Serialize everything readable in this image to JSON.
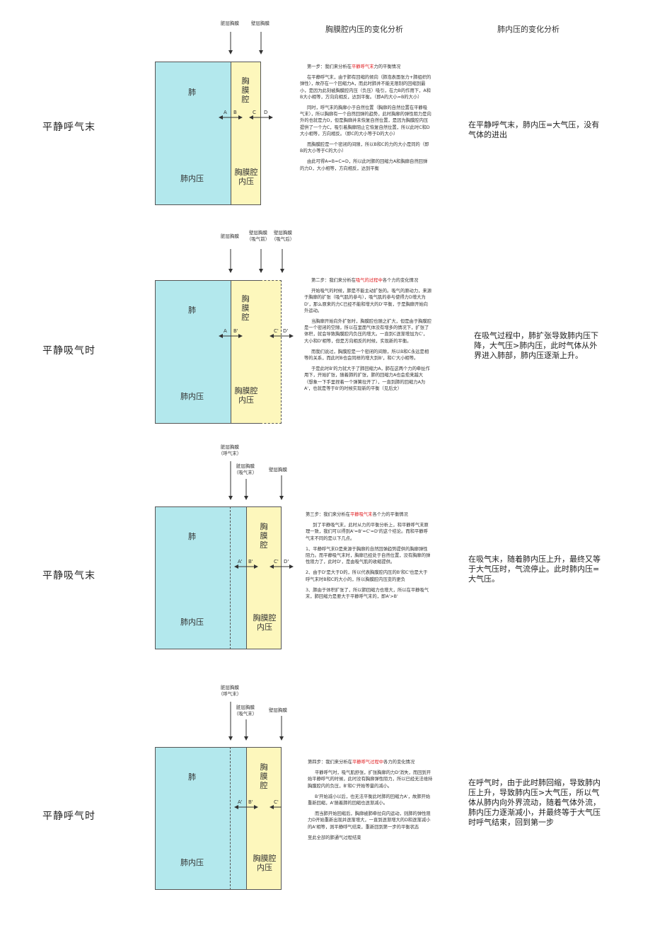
{
  "headers": {
    "pleural": "胸膜腔内压的变化分析",
    "lung": "肺内压的变化分析"
  },
  "common": {
    "lung": "肺",
    "lung_pressure": "肺内压",
    "pleural_cavity": "胸膜腔",
    "pleural_pressure": "胸膜腔内压",
    "visceral_pleura": "脏层胸膜",
    "parietal_pleura": "壁层胸膜"
  },
  "s1": {
    "label": "平静呼气末",
    "letters": [
      "A",
      "B",
      "C",
      "D"
    ],
    "desc_title_pre": "第一步：我们来分析在",
    "desc_title_hl": "平静呼气末",
    "desc_title_post": "力的平衡情况",
    "paras": [
      "在平静呼气末，由于肺有回缩的倾向（肺泡表面张力+肺组织的弹性），故存在一个回缩力A，而此时肺并不能无限制的回缩到最小，是因为此刻被胸膜腔内压（负压）吸引，在力B的作用下，A和B大小相等，方向向相反，达到平衡。（即A的大小=B的大小）",
      "同时，呼气末的胸廓小于自然位置（胸廓的自然位置在平静吸气末），所以胸廓有一个自然回弹的趋势，此时胸廓的弹性阻力是向外的也就是力D，但是胸廓并未恢复自然位置，是因为胸膜腔内压提供了一个力C，吸引着胸廓阻止它恢复自然位置，所以此时C和D大小相等，方向相反。（即C的大小等于D的大小）",
      "而胸膜腔是一个密闭的间隙，所以B和C的力的大小是同的（即B的大小等于C的大小）",
      "由此可得A=B=C=D，所以此时肺的回缩力A和胸廓自然回弹的力D，大小相等，方向相反，达到平衡"
    ],
    "analysis": "在平静呼气末，肺内压=大气压，没有气体的进出"
  },
  "s2": {
    "label": "平静吸气时",
    "top_labels": [
      "脏层胸膜",
      "壁层胸膜\n（吸气前）",
      "壁层胸膜\n（吸气后）"
    ],
    "letters": [
      "A",
      "B'",
      "C'",
      "D'"
    ],
    "desc_title_pre": "第二步：我们来分析在",
    "desc_title_hl": "吸气的过程中",
    "desc_title_post": "各个力的变化情况",
    "paras": [
      "开始吸气的时候，肺是不能主动扩张的。吸气的原动力，来源于胸廓的扩张（吸气肌的参与），吸气肌的参与使得力D增大为D'，那么原来的力C已经不能和增大的D'平衡，于是胸廓开始向外运动。",
      "当胸廓开始向外扩张时，胸膜腔也随之扩大，但是由于胸膜腔是一个密闭的空隙，所以在里面气体没有增多的情况下，扩张了体积，就会导致胸膜腔内负压的增大。一直到C逐渐增加为C'，大小和D'相等，但是方向相反的时候，实现新的平衡。",
      "而我们说过，胸膜腔是一个密闭的间隙，所以B和C永远是相等的关系，而此时B也会同样的增大到B'，和C'大小相等。",
      "于是此时B'的力就大于了肺回缩力A，肺在这两个力的牵扯作用下，开始扩张，随着肺的扩张，肺的回缩力A也会愈来越大（想象一下手里捏着一个弹簧拉开了），一直到肺的回缩力A为A'，也就是等于B'的时候实现新的平衡（见后文）"
    ],
    "analysis": "在吸气过程中，肺扩张导致肺内压下降，大气压>肺内压，此时气体从外界进入肺部，肺内压逐渐上升。"
  },
  "s3": {
    "label": "平静吸气末",
    "top_labels": [
      "脏层胸膜\n（呼气末）",
      "脏层胸膜\n（吸气末）",
      "壁层胸膜"
    ],
    "letters": [
      "A'",
      "B'",
      "C'",
      "D'"
    ],
    "desc_title_pre": "第三步：我们来分析在",
    "desc_title_hl": "平静吸气末",
    "desc_title_post": "各个力的平衡情况",
    "paras": [
      "到了平静吸气末，此时从力的平衡分析上，和平静呼气末原理一致，我们可以得到A'=B'=C'=D'的这个结论。而和平静呼气末不同的是以下几点。",
      "1、平静呼气末D是来源于胸廓的自然回弹趋势提供的胸廓弹性阻力。而平静吸气末时，胸廓已经处于自然位置，没有胸廓的弹性阻力了，此时D'，是由吸气肌的收缩提供。",
      "2、由于D'是大于D的，所以代表胸膜腔内压的B'和C'也是大于呼气末时B和C的大小的，所以胸膜腔内压变的更负",
      "3、肺由于体积扩张了，所以肺回缩力也增大，所以在平静吸气末，肺回缩力是要大于平静呼气末的，即A'>B'"
    ],
    "analysis": "在吸气末，随着肺内压上升，最终又等于大气压时，气流停止。此时肺内压=大气压。"
  },
  "s4": {
    "label": "平静呼气时",
    "top_labels": [
      "脏层胸膜\n（呼气末）",
      "脏层胸膜\n（吸气末）",
      "壁层胸膜"
    ],
    "letters": [
      "A'",
      "B'",
      "C'"
    ],
    "desc_title_pre": "第四步：我们来分析在",
    "desc_title_hl": "平静呼气过程中",
    "desc_title_post": "各力的变化情况",
    "paras": [
      "平静呼气时，吸气肌舒张，扩张胸廓的力D'消失，而回到开始平静呼气的时候，此时没有胸廓弹性阻力，所以已经无法维持胸膜腔内的负压，B'和C'开始等量的减小。",
      "B'开始减小以后，也无法平衡此时肺的回缩力A'，故肺开始重新回缩，A'随着肺的回缩也逐渐减小。",
      "而当肺开始回缩后，胸廓被肺牵拉向内运动，则肺的弹性阻力D开始重新出现并逐渐增大，一直到逐渐增大的D和逐渐减小的A'相等，则平静呼气结束，重新回到第一步的平衡状态",
      "至此全部的肺通气过程结束"
    ],
    "analysis": "在呼气时，由于此时肺回缩，导致肺内压上升，导致肺内压>大气压，所以气体从肺内向外界流动，随着气体外流，肺内压力逐渐减小，并最终等于大气压时呼气结束，回到第一步"
  }
}
